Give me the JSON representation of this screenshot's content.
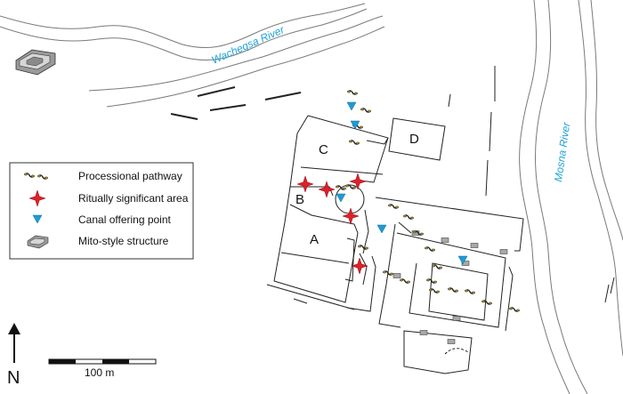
{
  "rivers": {
    "wacheqsa": "Wacheqsa River",
    "mosna": "Mosna River"
  },
  "zones": {
    "a": "A",
    "b": "B",
    "c": "C",
    "d": "D"
  },
  "legend": {
    "items": [
      {
        "label": "Processional pathway",
        "icon": "footprints-icon"
      },
      {
        "label": "Ritually significant area",
        "icon": "red-star-icon",
        "color": "#e0202a"
      },
      {
        "label": "Canal offering point",
        "icon": "blue-triangle-icon",
        "color": "#1f9ad6"
      },
      {
        "label": "Mito-style structure",
        "icon": "mito-structure-icon"
      }
    ]
  },
  "north_arrow": {
    "label": "N"
  },
  "scale_bar": {
    "label": "100 m"
  },
  "colors": {
    "river_text": "#1fa3d6",
    "star": "#e0202a",
    "triangle": "#1f9ad6",
    "outline": "#222222"
  }
}
